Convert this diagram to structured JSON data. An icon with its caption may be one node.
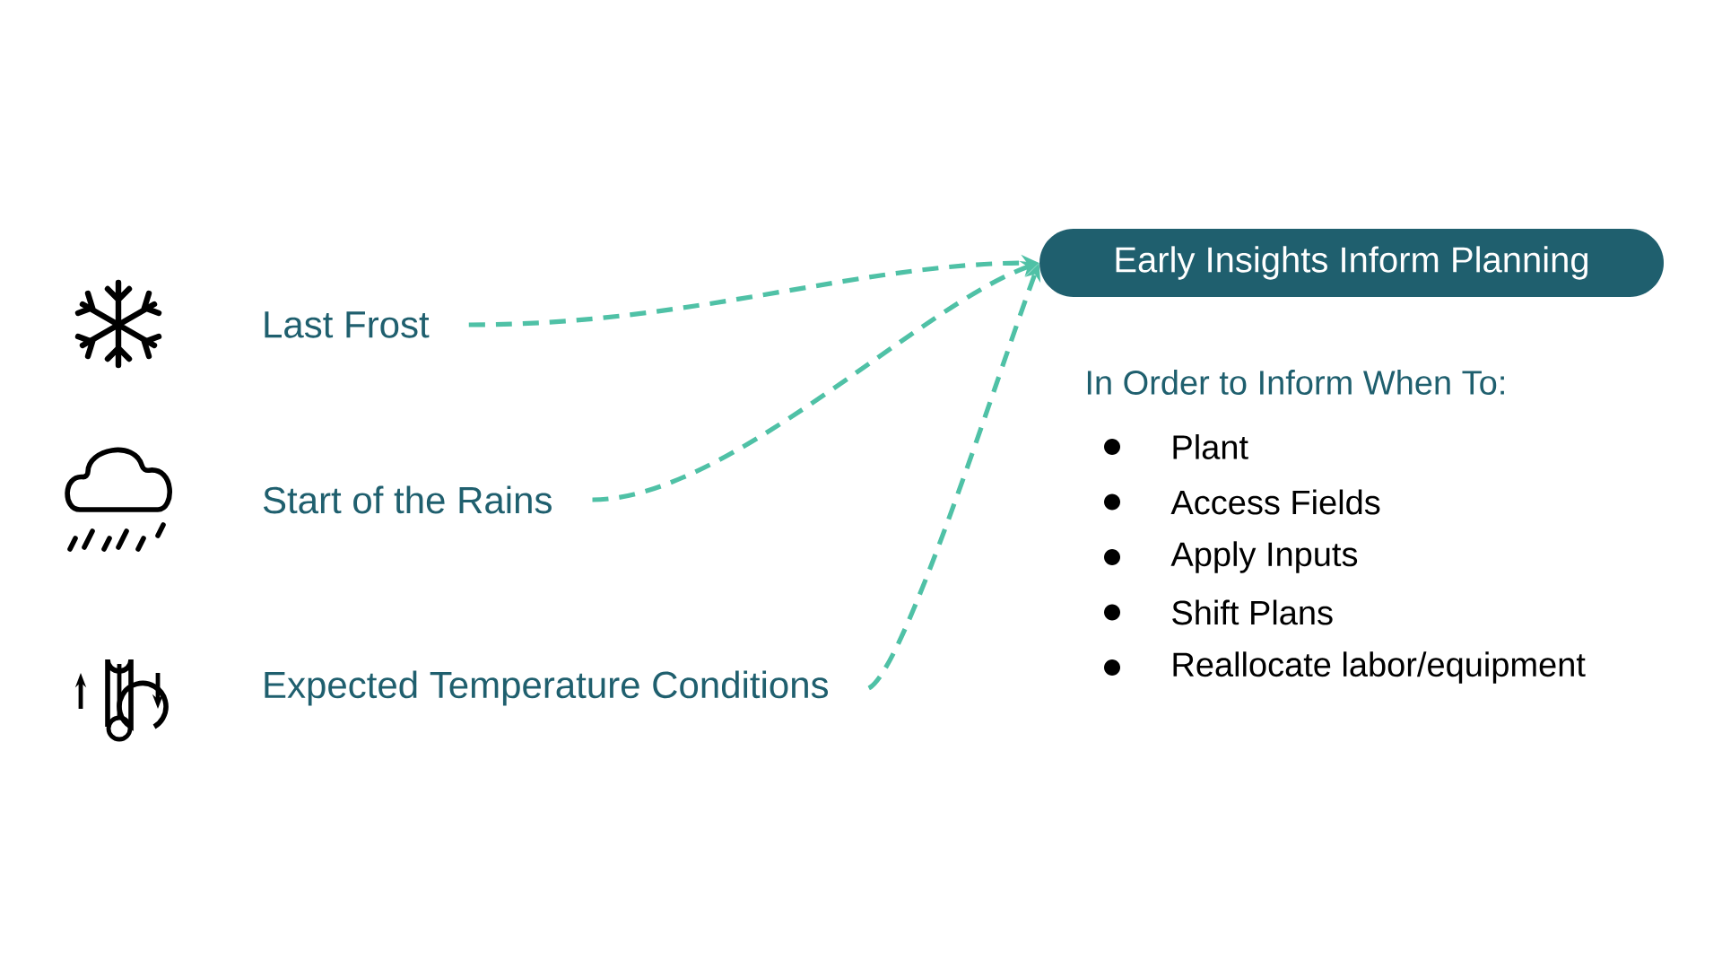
{
  "diagram": {
    "nodes": [
      {
        "text": [
          "Last Frost"
        ]
      },
      {
        "text": [
          "Start of the Rains"
        ]
      },
      {
        "text": [
          "Expected Temperature Conditions"
        ]
      },
      {
        "text": [
          "Early Insights Inform Planning"
        ]
      }
    ],
    "edges": [
      {
        "from": 0,
        "to": 3,
        "arrow": "to",
        "style": "dashed"
      },
      {
        "from": 1,
        "to": 3,
        "arrow": "to",
        "style": "dashed"
      },
      {
        "from": 2,
        "to": 3,
        "arrow": "to",
        "style": "dashed"
      }
    ],
    "labels": [
      "In Order to Inform When To:",
      "Plant",
      "Access Fields",
      "Apply Inputs",
      "Shift Plans",
      "Reallocate labor/equipment"
    ]
  }
}
